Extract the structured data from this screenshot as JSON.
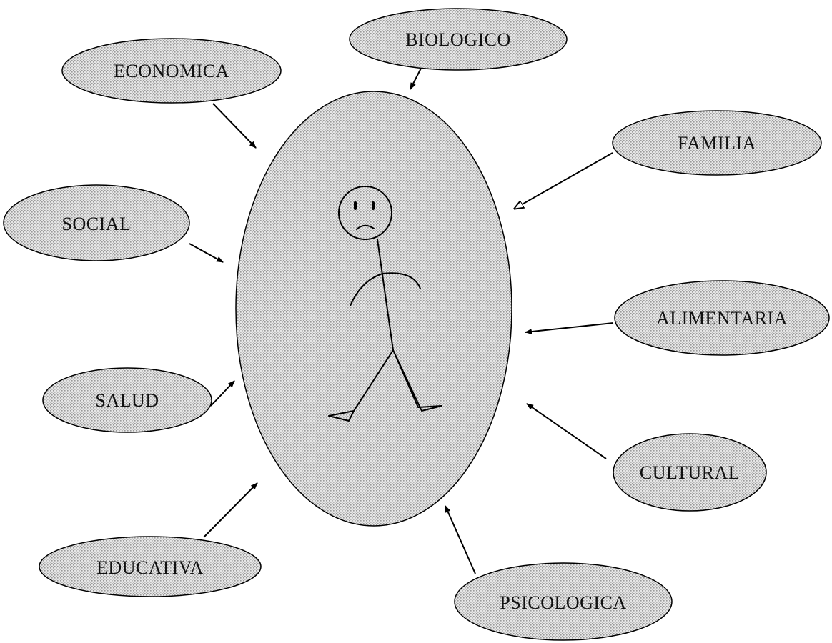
{
  "diagram": {
    "center": {
      "figure": "sad-stick-figure-icon"
    },
    "nodes": [
      {
        "id": "biologico",
        "label": "BIOLOGICO"
      },
      {
        "id": "economica",
        "label": "ECONOMICA"
      },
      {
        "id": "familia",
        "label": "FAMILIA"
      },
      {
        "id": "social",
        "label": "SOCIAL"
      },
      {
        "id": "alimentaria",
        "label": "ALIMENTARIA"
      },
      {
        "id": "salud",
        "label": "SALUD"
      },
      {
        "id": "cultural",
        "label": "CULTURAL"
      },
      {
        "id": "educativa",
        "label": "EDUCATIVA"
      },
      {
        "id": "psicologica",
        "label": "PSICOLOGICA"
      }
    ],
    "colors": {
      "fill_base": "#e6e6e6",
      "fill_dot": "#9a9a9a",
      "stroke": "#000000"
    }
  }
}
